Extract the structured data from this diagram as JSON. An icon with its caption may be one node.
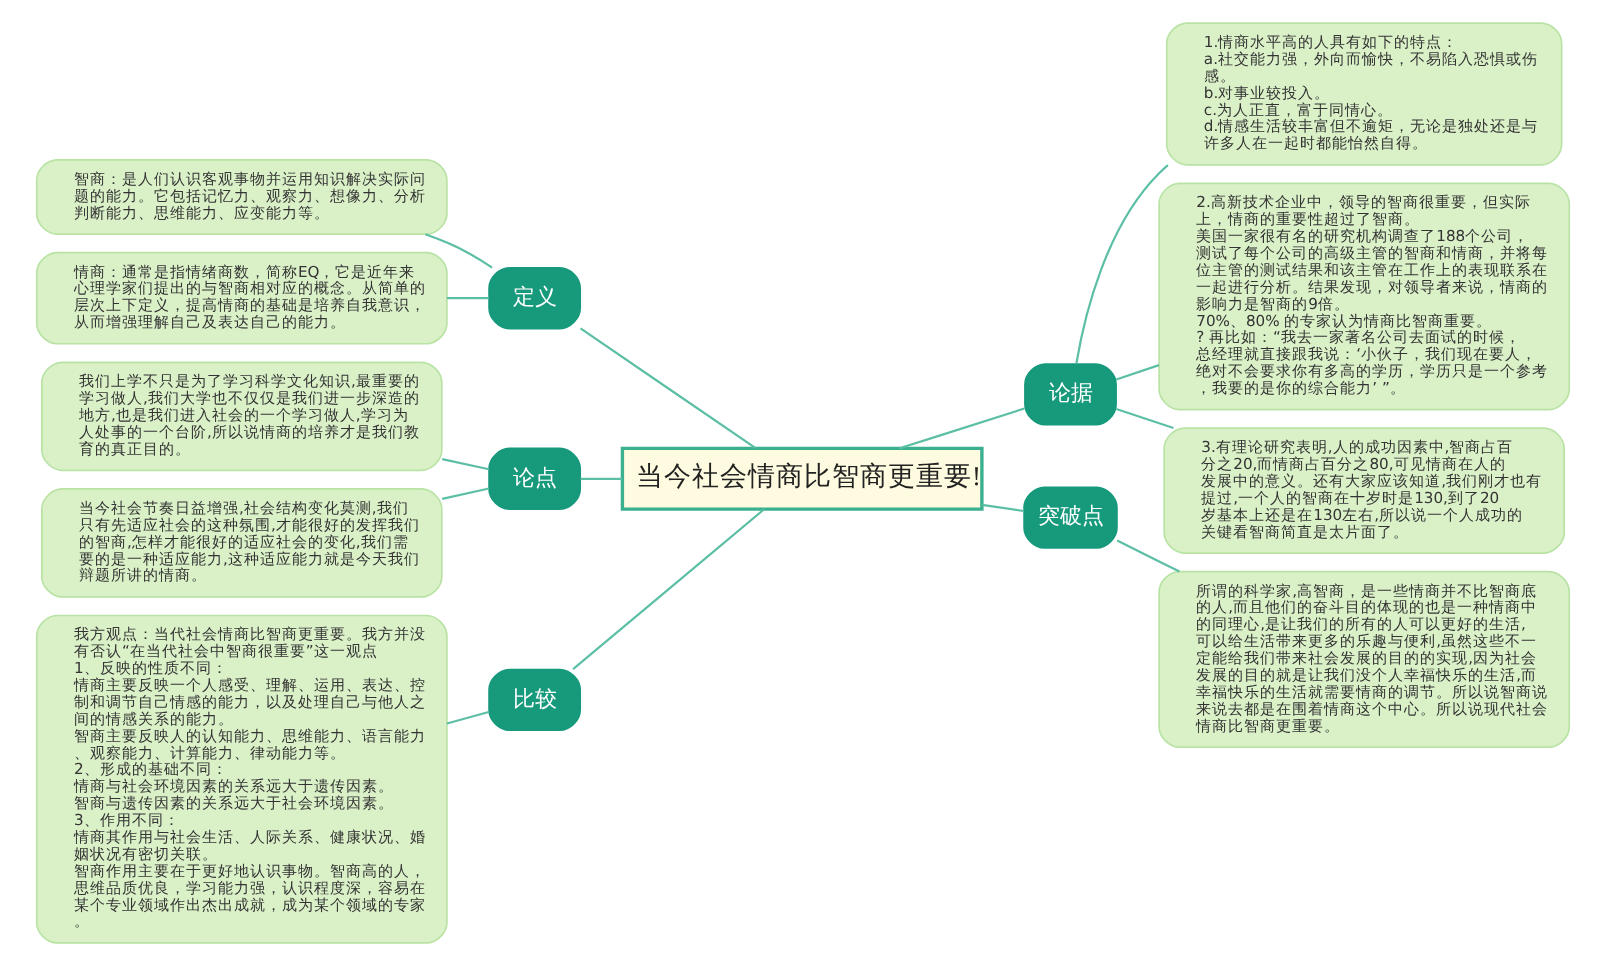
{
  "diagram": {
    "nodes": [
      {
        "text": [
          "当今社会情商比智商更重要!"
        ]
      },
      {
        "text": [
          "定义"
        ]
      },
      {
        "text": [
          "智商：是人们认识客观事物并运用知识解决实际问题的能力。它包括记忆力、观察力、想像力、分析判断能力、思维能力、应变能力等。"
        ]
      },
      {
        "text": [
          "情商：通常是指情绪商数，简称EQ，它是近年来心理学家们提出的与智商相对应的概念。从简单的层次上下定义，提高情商的基础是培养自我意识，从而增强理解自己及表达自己的能力。"
        ]
      },
      {
        "text": [
          "论点"
        ]
      },
      {
        "text": [
          "我们上学不只是为了学习科学文化知识,最重要的学习做人,我们大学也不仅仅是我们进一步深造的地方,也是我们进入社会的一个学习做人,学习为人处事的一个台阶,所以说情商的培养才是我们教育的真正目的。"
        ]
      },
      {
        "text": [
          "当今社会节奏日益增强,社会结构变化莫测,我们只有先适应社会的这种氛围,才能很好的发挥我们的智商,怎样才能很好的适应社会的变化,我们需要的是一种适应能力,这种适应能力就是今天我们辩题所讲的情商。"
        ]
      },
      {
        "text": [
          "比较"
        ]
      },
      {
        "text": [
          "我方观点：当代社会情商比智商更重要。我方并没有否认“在当代社会中智商很重要”这一观点",
          "1、反映的性质不同：",
          "情商主要反映一个人感受、理解、运用、表达、控制和调节自己情感的能力，以及处理自己与他人之间的情感关系的能力。",
          "智商主要反映人的认知能力、思维能力、语言能力、观察能力、计算能力、律动能力等。",
          "2、形成的基础不同：",
          "情商与社会环境因素的关系远大于遗传因素。",
          "智商与遗传因素的关系远大于社会环境因素。",
          "3、作用不同：",
          "情商其作用与社会生活、人际关系、健康状况、婚姻状况有密切关联。",
          "智商作用主要在于更好地认识事物。智商高的人，思维品质优良，学习能力强，认识程度深，容易在某个专业领域作出杰出成就，成为某个领域的专家。"
        ]
      },
      {
        "text": [
          "论据"
        ]
      },
      {
        "text": [
          "1.情商水平高的人具有如下的特点：",
          "a.社交能力强，外向而愉快，不易陷入恐惧或伤感。",
          "b.对事业较投入。",
          "c.为人正直，富于同情心。",
          "d.情感生活较丰富但不逾矩，无论是独处还是与许多人在一起时都能怡然自得。"
        ]
      },
      {
        "text": [
          "2.高新技术企业中，领导的智商很重要，但实际上，情商的重要性超过了智商。",
          "美国一家很有名的研究机构调查了188个公司，测试了每个公司的高级主管的智商和情商，并将每位主管的测试结果和该主管在工作上的表现联系在一起进行分析。结果发现，对领导者来说，情商的影响力是智商的9倍。",
          "70%、80% 的专家认为情商比智商重要。",
          "? 再比如：“我去一家著名公司去面试的时候，总经理就直接跟我说：‘小伙子，我们现在要人，绝对不会要求你有多高的学历，学历只是一个参考，我要的是你的综合能力’ ”。"
        ]
      },
      {
        "text": [
          "3.有理论研究表明,人的成功因素中,智商占百分之20,而情商占百分之80,可见情商在人的发展中的意义。还有大家应该知道,我们刚才也有提过,一个人的智商在十岁时是130,到了20岁基本上还是在130左右,所以说一个人成功的关键看智商简直是太片面了。"
        ]
      },
      {
        "text": [
          "突破点"
        ]
      },
      {
        "text": [
          "所谓的科学家,高智商，是一些情商并不比智商底的人,而且他们的奋斗目的体现的也是一种情商中的同理心,是让我们的所有的人可以更好的生活,可以给生活带来更多的乐趣与便利,虽然这些不一定能给我们带来社会发展的目的的实现,因为社会发展的目的就是让我们没个人幸福快乐的生活,而幸福快乐的生活就需要情商的调节。所以说智商说来说去都是在围着情商这个中心。所以说现代社会情商比智商更重要。"
        ]
      }
    ],
    "edges": [
      {
        "from": 0,
        "to": 1,
        "arrow": "none"
      },
      {
        "from": 1,
        "to": 2,
        "arrow": "none"
      },
      {
        "from": 1,
        "to": 3,
        "arrow": "none"
      },
      {
        "from": 0,
        "to": 4,
        "arrow": "none"
      },
      {
        "from": 4,
        "to": 5,
        "arrow": "none"
      },
      {
        "from": 4,
        "to": 6,
        "arrow": "none"
      },
      {
        "from": 0,
        "to": 7,
        "arrow": "none"
      },
      {
        "from": 7,
        "to": 8,
        "arrow": "none"
      },
      {
        "from": 0,
        "to": 9,
        "arrow": "none"
      },
      {
        "from": 9,
        "to": 10,
        "arrow": "none"
      },
      {
        "from": 9,
        "to": 11,
        "arrow": "none"
      },
      {
        "from": 9,
        "to": 12,
        "arrow": "none"
      },
      {
        "from": 0,
        "to": 13,
        "arrow": "none"
      },
      {
        "from": 13,
        "to": 14,
        "arrow": "none"
      }
    ]
  }
}
